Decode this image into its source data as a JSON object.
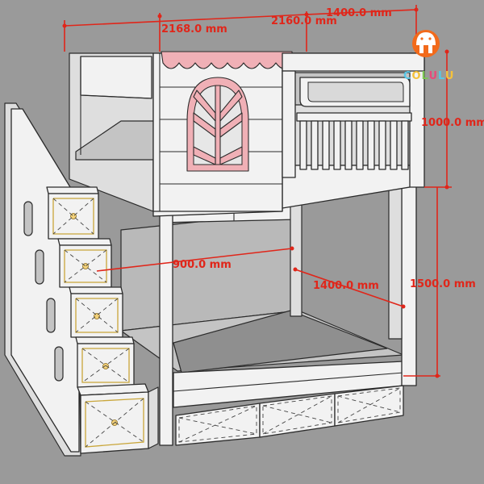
{
  "dimensions": {
    "total_length": "2168.0 mm",
    "bed_length": "2160.0 mm",
    "width_top": "1400.0 mm",
    "upper_height": "1000.0 mm",
    "lower_height": "1500.0 mm",
    "stair_width": "900.0 mm",
    "inner_width": "1400.0 mm"
  },
  "brand": {
    "logo_text": "COLULU",
    "logo_letter_colors": [
      "#58c7e6",
      "#f5c23c",
      "#7cc552",
      "#e84a7a",
      "#58c7e6",
      "#f5c23c"
    ],
    "logo_circle_color": "#f26a1b"
  },
  "colors": {
    "background": "#9a9a9a",
    "dimension": "#e0261a",
    "roof_awning": "#f0b0b6",
    "wood": "#f2f2f2"
  }
}
